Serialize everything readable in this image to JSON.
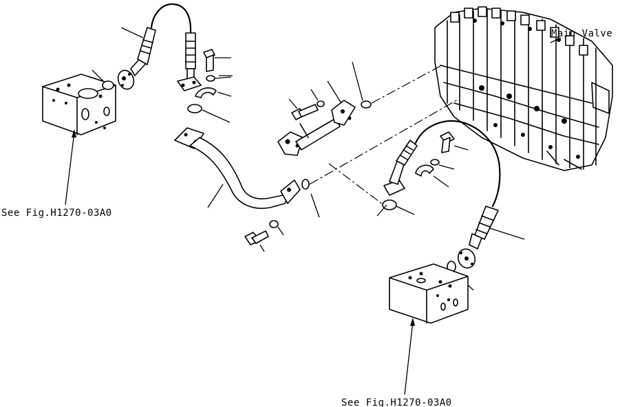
{
  "labels": {
    "main_valve": "Main Valve",
    "see_fig_left": "See Fig.H1270-03A0",
    "see_fig_bottom": "See Fig.H1270-03A0"
  }
}
